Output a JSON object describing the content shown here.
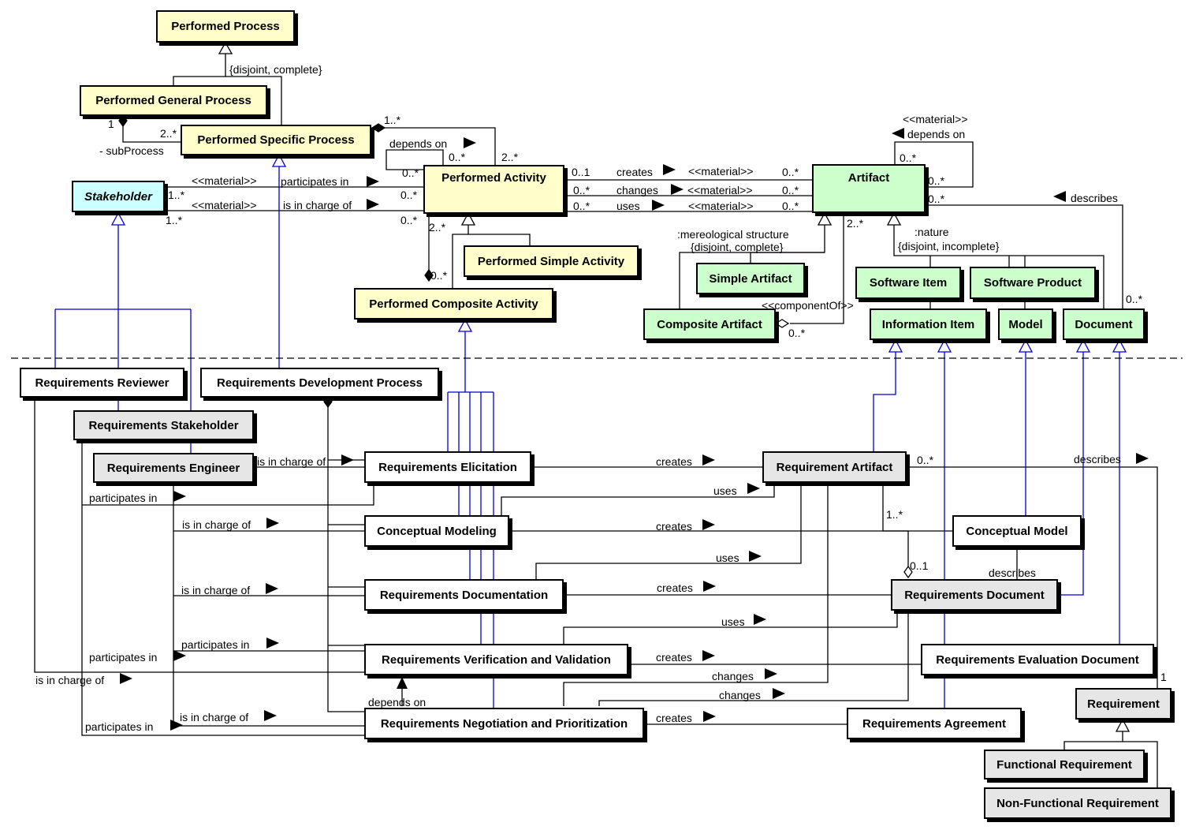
{
  "classes": {
    "performed_process": "Performed Process",
    "performed_general_process": "Performed General Process",
    "performed_specific_process": "Performed Specific Process",
    "stakeholder": "Stakeholder",
    "performed_activity": "Performed Activity",
    "performed_simple_activity": "Performed Simple Activity",
    "performed_composite_activity": "Performed Composite Activity",
    "artifact": "Artifact",
    "simple_artifact": "Simple Artifact",
    "composite_artifact": "Composite Artifact",
    "software_item": "Software Item",
    "software_product": "Software Product",
    "information_item": "Information Item",
    "model": "Model",
    "document": "Document",
    "requirements_reviewer": "Requirements Reviewer",
    "requirements_development_process": "Requirements Development Process",
    "requirements_stakeholder": "Requirements Stakeholder",
    "requirements_engineer": "Requirements Engineer",
    "requirements_elicitation": "Requirements Elicitation",
    "conceptual_modeling": "Conceptual Modeling",
    "requirements_documentation": "Requirements Documentation",
    "requirements_vv": "Requirements Verification and Validation",
    "requirements_negotiation": "Requirements Negotiation and Prioritization",
    "requirement_artifact": "Requirement Artifact",
    "conceptual_model": "Conceptual Model",
    "requirements_document": "Requirements Document",
    "requirements_evaluation_document": "Requirements Evaluation Document",
    "requirement": "Requirement",
    "requirements_agreement": "Requirements Agreement",
    "functional_requirement": "Functional Requirement",
    "non_functional_requirement": "Non-Functional Requirement"
  },
  "labels": {
    "disjoint_complete": "{disjoint, complete}",
    "one": "1",
    "two_many": "2..*",
    "one_many": "1..*",
    "zero_many": "0..*",
    "zero_one": "0..1",
    "sub_process": "- subProcess",
    "depends_on": "depends on",
    "material": "<<material>>",
    "participates_in": "participates in",
    "is_in_charge_of": "is in charge of",
    "creates": "creates",
    "changes": "changes",
    "uses": "uses",
    "describes": "describes",
    "mereological_structure": ":mereological structure",
    "component_of": "<<componentOf>>",
    "nature": ":nature",
    "disjoint_incomplete": "{disjoint, incomplete}"
  },
  "colors": {
    "performed_classes": "#ffffcc",
    "artifact_classes": "#ccffcc",
    "stakeholder_class": "#ccffff",
    "requirement_classes": "#e6e6e6",
    "specialization_lines": "#0000cc"
  }
}
